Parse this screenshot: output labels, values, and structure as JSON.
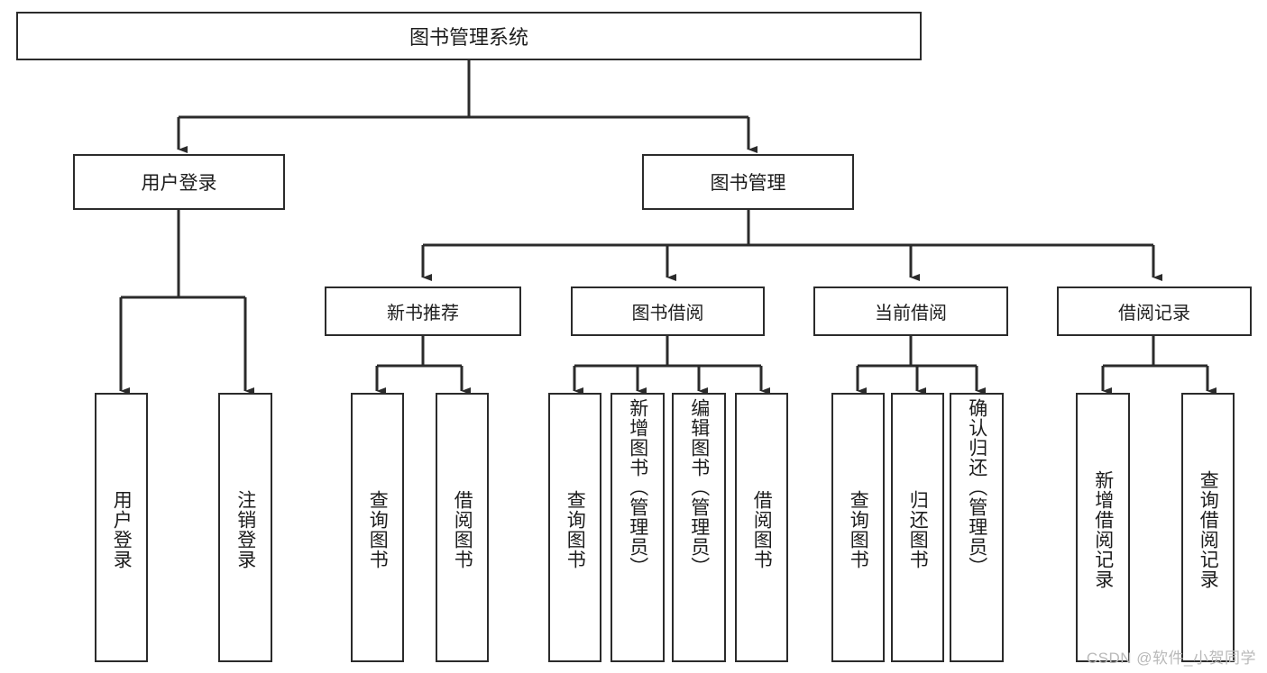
{
  "diagram": {
    "title": "图书管理系统",
    "type": "hierarchy-tree",
    "root": {
      "label": "图书管理系统"
    },
    "level2": [
      {
        "label": "用户登录"
      },
      {
        "label": "图书管理"
      }
    ],
    "level3": [
      {
        "label": "新书推荐"
      },
      {
        "label": "图书借阅"
      },
      {
        "label": "当前借阅"
      },
      {
        "label": "借阅记录"
      }
    ],
    "leaves": {
      "user_login": [
        {
          "label": "用户登录"
        },
        {
          "label": "注销登录"
        }
      ],
      "new_book_recommend": [
        {
          "label": "查询图书"
        },
        {
          "label": "借阅图书"
        }
      ],
      "book_borrow": [
        {
          "label": "查询图书"
        },
        {
          "label": "新增图书（管理员）"
        },
        {
          "label": "编辑图书（管理员）"
        },
        {
          "label": "借阅图书"
        }
      ],
      "current_borrow": [
        {
          "label": "查询图书"
        },
        {
          "label": "归还图书"
        },
        {
          "label": "确认归还（管理员）"
        }
      ],
      "borrow_records": [
        {
          "label": "新增借阅记录"
        },
        {
          "label": "查询借阅记录"
        }
      ]
    }
  },
  "watermark": {
    "text": "CSDN @软件_小贺同学"
  },
  "colors": {
    "stroke": "#2b2b2b",
    "background": "#ffffff",
    "text": "#1d1d1d",
    "watermark": "#b9b9b9"
  }
}
